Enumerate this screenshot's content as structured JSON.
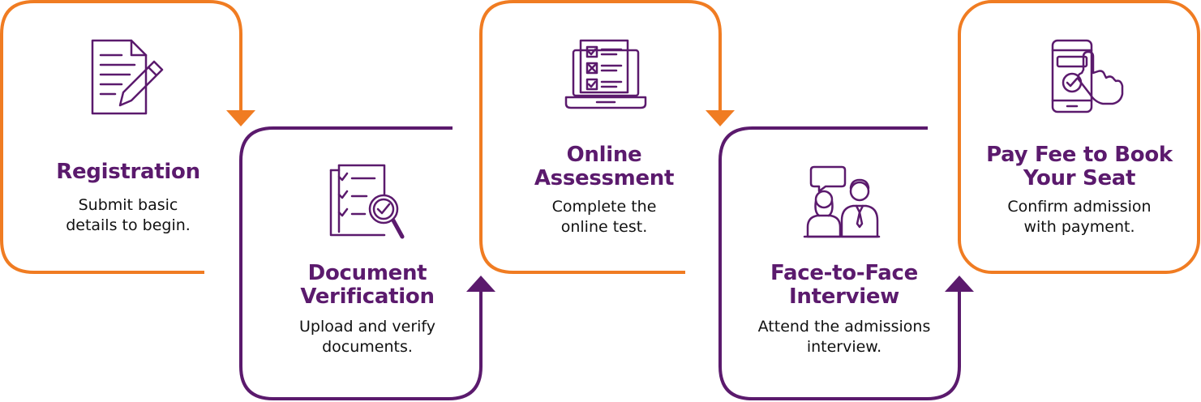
{
  "colors": {
    "orange": "#f07c22",
    "purple": "#5b1a6d",
    "text": "#111111"
  },
  "steps": [
    {
      "title": "Registration",
      "description": "Submit basic details to begin.",
      "icon": "form-pencil-icon"
    },
    {
      "title": "Document Verification",
      "description": "Upload and verify documents.",
      "icon": "checklist-magnifier-icon"
    },
    {
      "title": "Online Assessment",
      "description": "Complete the online test.",
      "icon": "laptop-checklist-icon"
    },
    {
      "title": "Face-to-Face Interview",
      "description": "Attend the admissions interview.",
      "icon": "interview-people-icon"
    },
    {
      "title": "Pay Fee to Book Your Seat",
      "description": "Confirm admission with payment.",
      "icon": "mobile-payment-icon"
    }
  ]
}
